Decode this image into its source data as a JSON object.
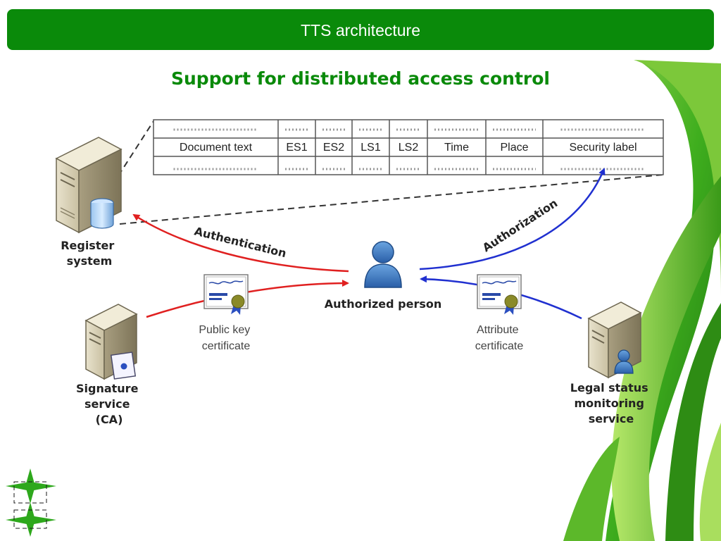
{
  "header": {
    "title": "TTS architecture"
  },
  "subtitle": "Support for distributed access control",
  "record_table": {
    "columns": [
      "Document text",
      "ES1",
      "ES2",
      "LS1",
      "LS2",
      "Time",
      "Place",
      "Security label"
    ]
  },
  "nodes": {
    "register_system": [
      "Register",
      "system"
    ],
    "signature_service": [
      "Signature",
      "service",
      "(CA)"
    ],
    "authorized_person": "Authorized person",
    "legal_status_service": [
      "Legal status",
      "monitoring",
      "service"
    ],
    "public_key_certificate": [
      "Public key",
      "certificate"
    ],
    "attribute_certificate": [
      "Attribute",
      "certificate"
    ]
  },
  "edges": {
    "authentication": "Authentication",
    "authorization": "Authorization"
  },
  "colors": {
    "header": "#0a8a0a",
    "authentication_arrow": "#e02020",
    "authorization_arrow": "#2030d0",
    "leaf_green": "#3aa81a"
  }
}
